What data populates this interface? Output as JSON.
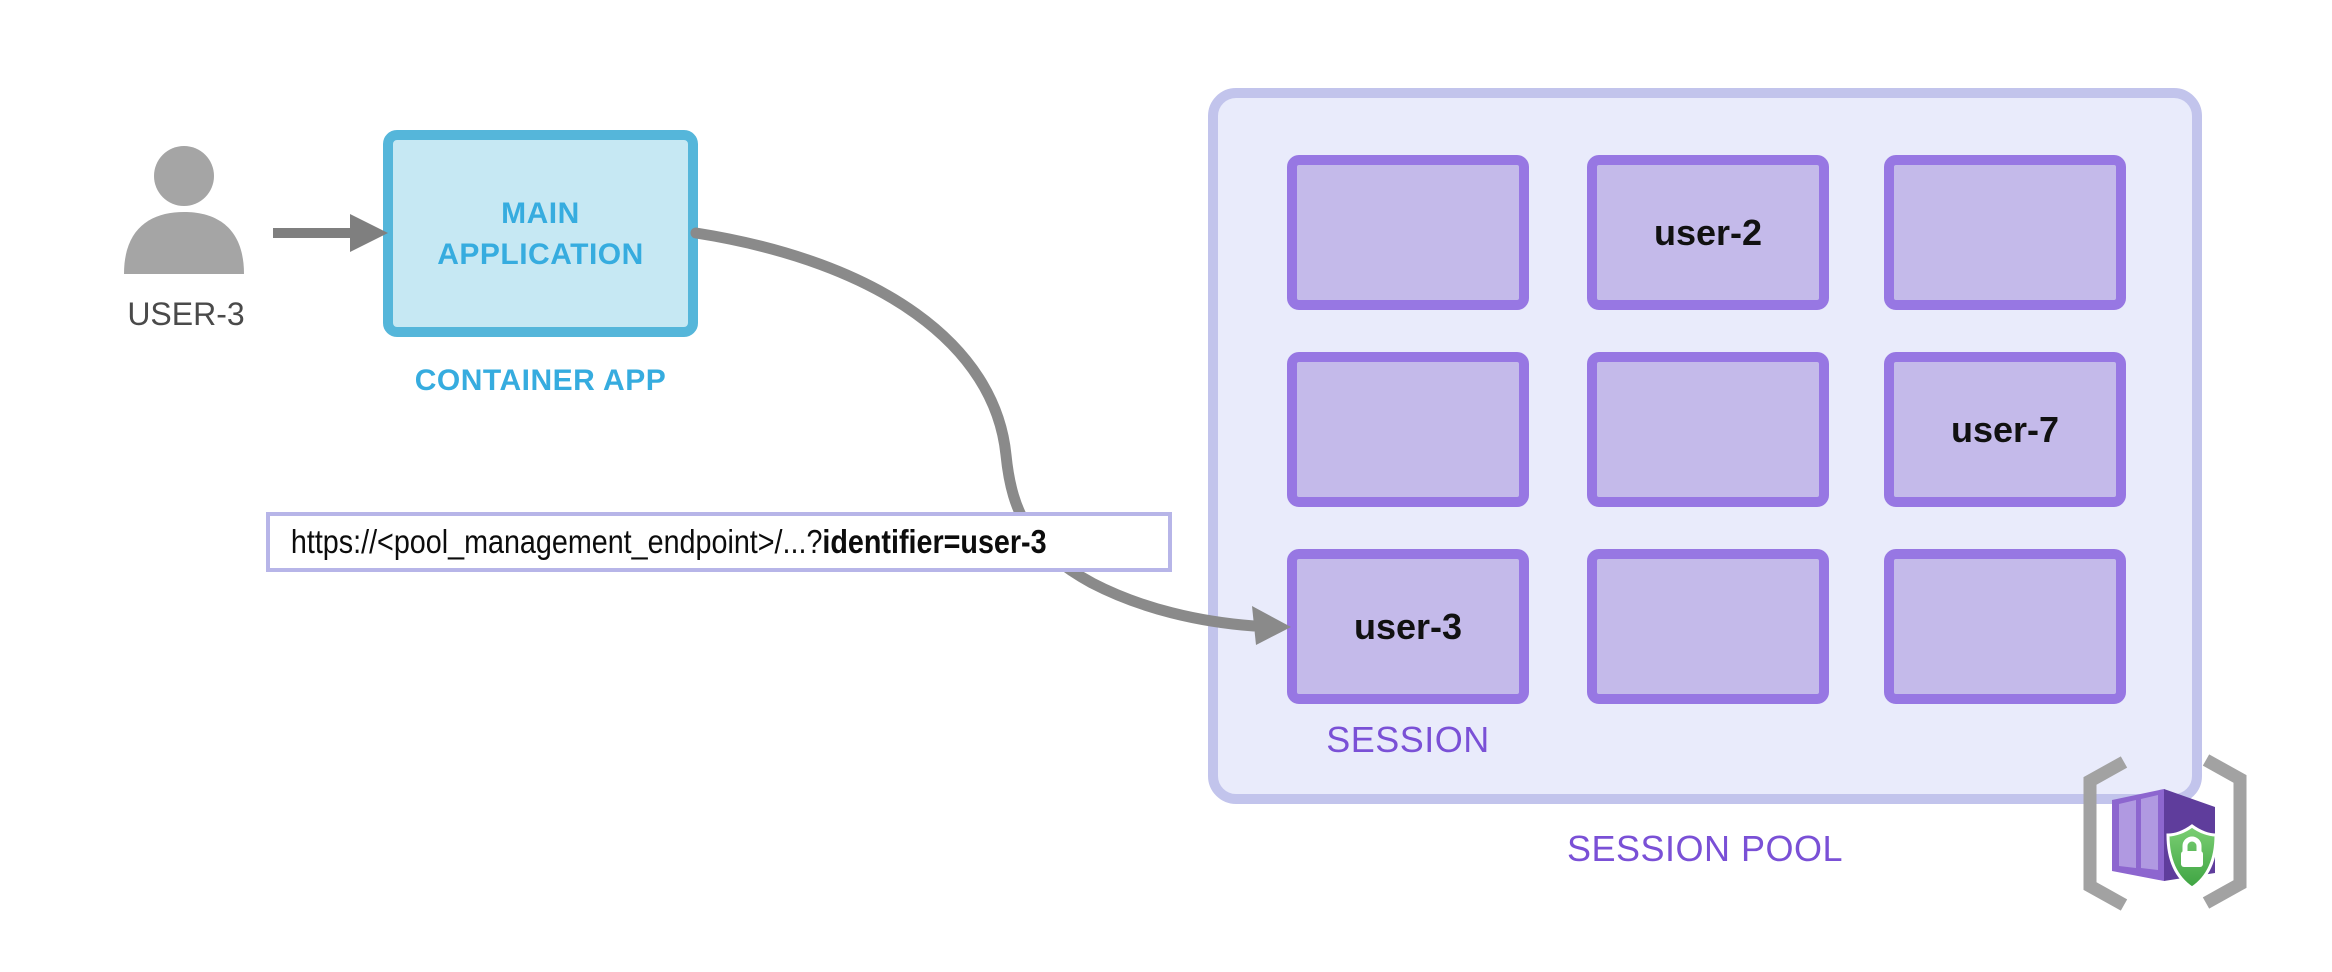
{
  "actor": {
    "label": "USER-3",
    "icon": "user-icon"
  },
  "container_app": {
    "line1": "MAIN",
    "line2": "APPLICATION",
    "caption": "CONTAINER APP"
  },
  "request_url": {
    "prefix": "https://<pool_management_endpoint>/...?",
    "emphasis": "identifier=user-3"
  },
  "session_pool": {
    "caption": "SESSION POOL",
    "session_caption": "SESSION",
    "cells": [
      "",
      "user-2",
      "",
      "",
      "",
      "user-7",
      "user-3",
      "",
      ""
    ],
    "icon": "container-apps-dynamic-sessions-icon"
  },
  "connectors": {
    "user_to_app": "user-to-app-arrow",
    "app_to_session": "app-to-session-arrow"
  },
  "colors": {
    "app_accent": "#36acdf",
    "app_border": "#55b6da",
    "app_fill": "#c6e8f3",
    "pool_border": "#c2c4ec",
    "pool_fill": "#e9ebfb",
    "session_border": "#9777e3",
    "session_fill": "#c4baea",
    "purple_text": "#7a50d6",
    "url_border": "#b7b5e8",
    "arrow_gray": "#8a8a8a",
    "actor_gray": "#a5a5a5",
    "cube_purple": "#8d66cf",
    "cube_side_purple": "#5f3d9c",
    "shield_green": "#4daf4f"
  }
}
